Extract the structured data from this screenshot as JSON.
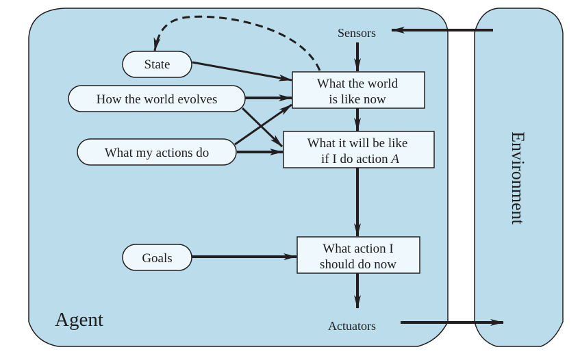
{
  "colors": {
    "panel_fill": "#bbdceb",
    "node_fill": "#eef8fd",
    "stroke": "#231f20",
    "background": "#ffffff"
  },
  "agent": {
    "label": "Agent"
  },
  "environment": {
    "label": "Environment"
  },
  "ports": {
    "sensors": "Sensors",
    "actuators": "Actuators"
  },
  "inputs": {
    "state": "State",
    "world_evolves": "How the world evolves",
    "actions_do": "What my actions do",
    "goals": "Goals"
  },
  "boxes": {
    "world_now": {
      "line1": "What the world",
      "line2": "is like now"
    },
    "will_be": {
      "line1": "What it will be like",
      "line2_prefix": "if I do action ",
      "line2_var": "A"
    },
    "action": {
      "line1": "What action I",
      "line2": "should do now"
    }
  },
  "edges": [
    {
      "from": "environment",
      "to": "sensors",
      "style": "solid"
    },
    {
      "from": "sensors",
      "to": "world_now",
      "style": "solid"
    },
    {
      "from": "state",
      "to": "world_now",
      "style": "solid"
    },
    {
      "from": "world_evolves",
      "to": "world_now",
      "style": "solid"
    },
    {
      "from": "world_evolves",
      "to": "will_be",
      "style": "solid"
    },
    {
      "from": "actions_do",
      "to": "world_now",
      "style": "solid"
    },
    {
      "from": "actions_do",
      "to": "will_be",
      "style": "solid"
    },
    {
      "from": "world_now",
      "to": "will_be",
      "style": "solid"
    },
    {
      "from": "will_be",
      "to": "action",
      "style": "solid"
    },
    {
      "from": "goals",
      "to": "action",
      "style": "solid"
    },
    {
      "from": "action",
      "to": "actuators",
      "style": "solid"
    },
    {
      "from": "actuators",
      "to": "environment",
      "style": "solid"
    },
    {
      "from": "world_now",
      "to": "state",
      "style": "dashed"
    }
  ]
}
